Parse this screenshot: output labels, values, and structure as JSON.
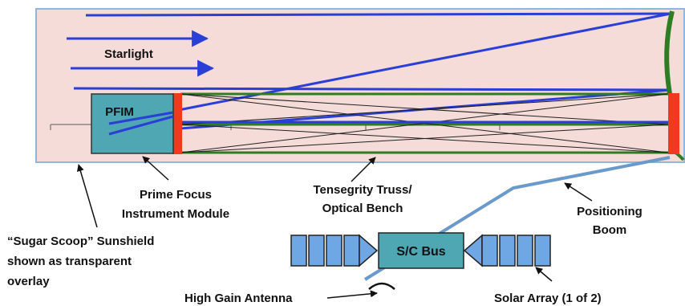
{
  "colors": {
    "sunshield_fill": "#F5DCD8",
    "sunshield_edge": "#8FB6DD",
    "light_ray": "#2A3FD6",
    "truss_green": "#2E7D22",
    "mirror_green": "#2E7D22",
    "endplate_red": "#F0391E",
    "boom": "#6A9ACB",
    "module_fill": "#4FA7B4",
    "solar_panel_fill": "#6FA6E4",
    "label_text": "#111111"
  },
  "labels": {
    "starlight": "Starlight",
    "pfim": "PFIM",
    "prime_focus_line1": "Prime Focus",
    "prime_focus_line2": "Instrument Module",
    "tensegrity_line1": "Tensegrity Truss/",
    "tensegrity_line2": "Optical Bench",
    "positioning_line1": "Positioning",
    "positioning_line2": "Boom",
    "sunshield_line1": "“Sugar Scoop” Sunshield",
    "sunshield_line2": "shown as transparent",
    "sunshield_line3": "overlay",
    "sc_bus": "S/C Bus",
    "high_gain_antenna": "High Gain Antenna",
    "solar_array": "Solar Array (1 of 2)"
  },
  "icons": {
    "arrow": "arrow-icon",
    "antenna": "antenna-dish-icon",
    "solar_panel": "solar-panel-icon"
  }
}
